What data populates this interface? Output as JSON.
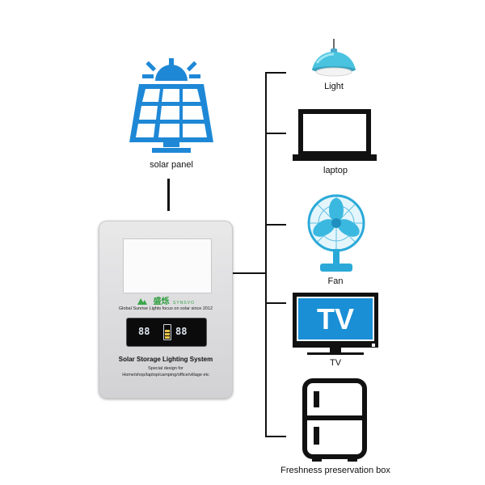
{
  "source": {
    "label": "solar panel",
    "icon": "solar-panel-icon",
    "color": "#1e88d6"
  },
  "controller": {
    "brand_cn": "盛烁",
    "brand_en": "SYNSVO",
    "tagline": "Global Sunrise Lights focus on solar since 2012",
    "lcd_left": "88",
    "lcd_right": "88",
    "title": "Solar Storage Lighting System",
    "subtitle_1": "Special design for",
    "subtitle_2": "Home/shop/laptop/camping/office/village etc"
  },
  "loads": [
    {
      "label": "Light",
      "icon": "pendant-lamp-icon"
    },
    {
      "label": "laptop",
      "icon": "laptop-icon"
    },
    {
      "label": "Fan",
      "icon": "fan-icon"
    },
    {
      "label": "TV",
      "icon": "tv-icon",
      "screen_text": "TV"
    },
    {
      "label": "Freshness preservation box",
      "icon": "refrigerator-icon"
    }
  ],
  "colors": {
    "accent_blue": "#2a9fd8",
    "line": "#111111",
    "tv_blue": "#1a8fd6"
  }
}
